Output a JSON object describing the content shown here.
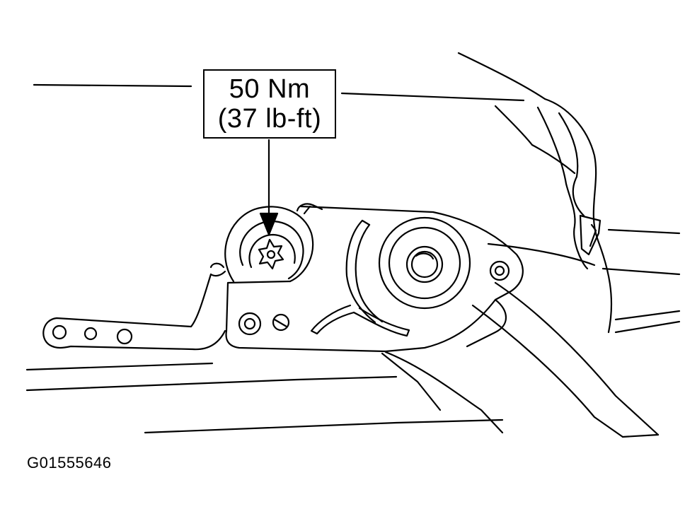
{
  "callout": {
    "torque_metric": "50 Nm",
    "torque_imperial": "(37 lb-ft)"
  },
  "figure_id": "G01555646",
  "colors": {
    "ink": "#000000",
    "paper": "#ffffff"
  }
}
